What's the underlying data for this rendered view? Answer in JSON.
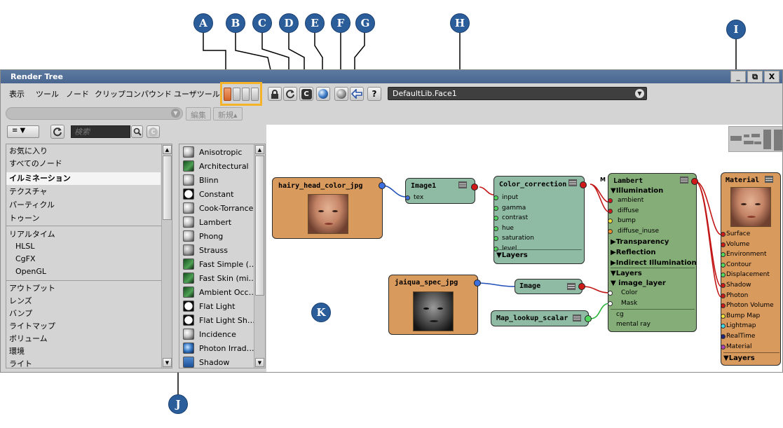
{
  "callouts": [
    "A",
    "B",
    "C",
    "D",
    "E",
    "F",
    "G",
    "H",
    "I",
    "J",
    "K"
  ],
  "window": {
    "title": "Render Tree",
    "controls": [
      "_",
      "⧉",
      "X"
    ]
  },
  "menubar": [
    "表示",
    "ツール",
    "ノード",
    "クリップ",
    "コンパウンド",
    "ユーザツール"
  ],
  "toolbar": {
    "lock_icon": "lock-icon",
    "refresh_icon": "refresh-icon",
    "clear_label": "C",
    "help_label": "?",
    "node_path": "DefaultLib.Face1"
  },
  "row2": {
    "edit_label": "編集",
    "new_label": "新規▴"
  },
  "left_panel": {
    "search_placeholder": "検索",
    "view_label": "≡ ▼",
    "categories": [
      "お気に入り",
      "すべてのノード",
      "イルミネーション",
      "テクスチャ",
      "パーティクル",
      "トゥーン",
      "リアルタイム",
      "HLSL",
      "CgFX",
      "OpenGL",
      "アウトプット",
      "レンズ",
      "バンプ",
      "ライトマップ",
      "ボリューム",
      "環境",
      "ライト"
    ],
    "selected_category": "イルミネーション",
    "shaders": [
      {
        "name": "Anisotropic",
        "swatch": "sphere"
      },
      {
        "name": "Architectural",
        "swatch": "green"
      },
      {
        "name": "Blinn",
        "swatch": "sphere"
      },
      {
        "name": "Constant",
        "swatch": "black"
      },
      {
        "name": "Cook-Torrance",
        "swatch": "sphere"
      },
      {
        "name": "Lambert",
        "swatch": "sphere"
      },
      {
        "name": "Phong",
        "swatch": "sphere"
      },
      {
        "name": "Strauss",
        "swatch": "gray"
      },
      {
        "name": "Fast Simple (…",
        "swatch": "green"
      },
      {
        "name": "Fast Skin (mi…",
        "swatch": "green"
      },
      {
        "name": "Ambient Occ…",
        "swatch": "green"
      },
      {
        "name": "Flat Light",
        "swatch": "black"
      },
      {
        "name": "Flat Light Sh…",
        "swatch": "black"
      },
      {
        "name": "Incidence",
        "swatch": "sphere"
      },
      {
        "name": "Photon Irrad…",
        "swatch": "blue"
      },
      {
        "name": "Shadow",
        "swatch": "blue2"
      }
    ]
  },
  "nodes": {
    "hairy": {
      "title": "hairy_head_color_jpg"
    },
    "image1": {
      "title": "Image1",
      "ports": [
        "tex"
      ]
    },
    "color_correction": {
      "title": "Color_correction",
      "ports": [
        "input",
        "gamma",
        "contrast",
        "hue",
        "saturation",
        "level"
      ],
      "layers": "▼Layers"
    },
    "jaiqua": {
      "title": "jaiqua_spec_jpg"
    },
    "image": {
      "title": "Image"
    },
    "map_lookup": {
      "title": "Map_lookup_scalar"
    },
    "lambert": {
      "title": "Lambert",
      "marker": "M",
      "illumination": "▼Illumination",
      "illum_ports": [
        "ambient",
        "diffuse",
        "bump",
        "diffuse_inuse"
      ],
      "transparency": "▶Transparency",
      "reflection": "▶Reflection",
      "indirect": "▶Indirect Illumination",
      "layers": "▼Layers",
      "image_layer": "▼ image_layer",
      "layer_ports": [
        "Color",
        "Mask"
      ],
      "extra_ports": [
        "cg",
        "mental ray"
      ]
    },
    "material": {
      "title": "Material",
      "ports": [
        "Surface",
        "Volume",
        "Environment",
        "Contour",
        "Displacement",
        "Shadow",
        "Photon",
        "Photon Volume",
        "Bump Map",
        "Lightmap",
        "RealTime",
        "Material"
      ],
      "layers": "▼Layers"
    }
  },
  "colors": {
    "callout": "#2a5d99",
    "highlight": "#f5b32a",
    "titlebar": "#4a6690",
    "node_texture": "#d99a5e",
    "node_image": "#8fbaa3",
    "node_shader": "#85ad78",
    "wire_red": "#c21616",
    "wire_blue": "#1f4fb8",
    "wire_green": "#27b33a"
  }
}
